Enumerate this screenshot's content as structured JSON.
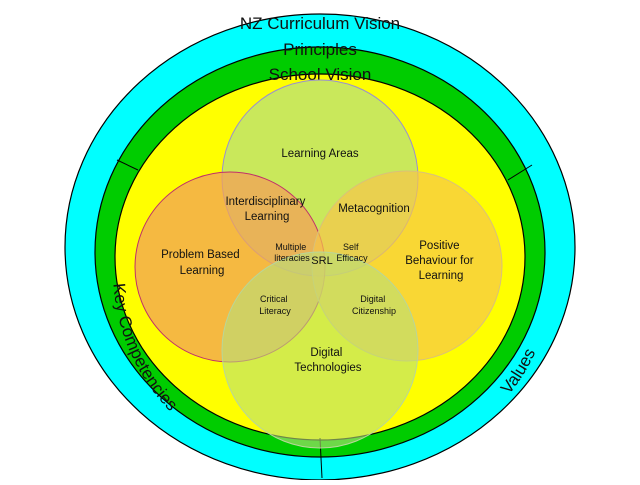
{
  "rings": {
    "outer": {
      "title": "NZ Curriculum Vision",
      "color": "#00ffff"
    },
    "middle": {
      "title": "Principles",
      "color": "#00cc00"
    },
    "inner": {
      "title": "School Vision",
      "color": "#ffff00"
    }
  },
  "side_labels": {
    "left": "Key Competencies",
    "right": "Values"
  },
  "circles": {
    "top": {
      "label": [
        "Learning Areas"
      ],
      "color": "#b7e07a"
    },
    "left": {
      "label": [
        "Problem Based",
        "Learning"
      ],
      "color": "#f2a257"
    },
    "right": {
      "label": [
        "Positive",
        "Behaviour for",
        "Learning"
      ],
      "color": "#f7c64a"
    },
    "bottom": {
      "label": [
        "Digital",
        "Technologies"
      ],
      "color": "#b7e07a"
    }
  },
  "overlaps": {
    "top_left": [
      "Interdisciplinary",
      "Learning"
    ],
    "top_right": [
      "Metacognition"
    ],
    "center_left": [
      "Multiple",
      "literacies"
    ],
    "center_right": [
      "Self",
      "Efficacy"
    ],
    "center": "SRL",
    "bottom_left": [
      "Critical",
      "Literacy"
    ],
    "bottom_right": [
      "Digital",
      "Citizenship"
    ]
  }
}
